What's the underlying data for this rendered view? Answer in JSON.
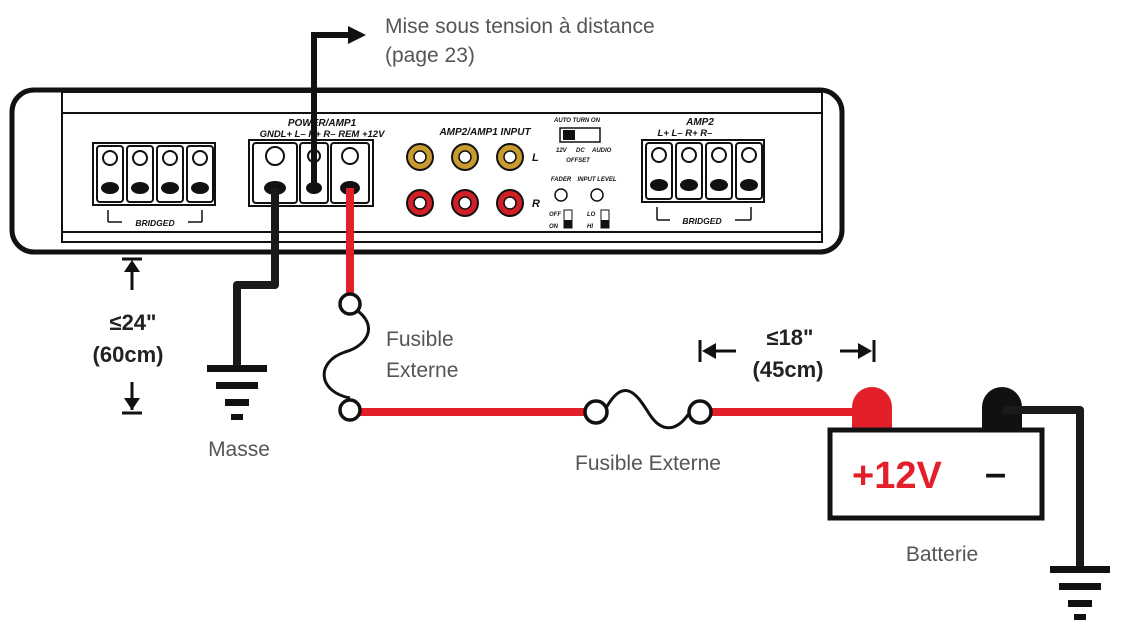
{
  "labels": {
    "remote_turn_on_line1": "Mise sous tension à distance",
    "remote_turn_on_line2": "(page 23)",
    "distance_amp": "≤24\"",
    "distance_amp_metric": "(60cm)",
    "masse": "Masse",
    "fuse_near_amp_line1": "Fusible",
    "fuse_near_amp_line2": "Externe",
    "fuse_inline": "Fusible Externe",
    "distance_battery": "≤18\"",
    "distance_battery_metric": "(45cm)",
    "battery_positive": "+12V",
    "battery_negative": "–",
    "batterie": "Batterie"
  },
  "amplifier": {
    "power_title": "POWER/AMP1",
    "power_terminals": "GNDL+ L– R+ R– REM +12V",
    "input_title": "AMP2/AMP1 INPUT",
    "channel_left": "L",
    "channel_right": "R",
    "auto_turn_on": "AUTO TURN ON",
    "switch_12v": "12V",
    "switch_dc": "DC",
    "switch_audio": "AUDIO",
    "offset": "OFFSET",
    "fader": "FADER",
    "input_level": "INPUT LEVEL",
    "fader_off": "OFF",
    "fader_on": "ON",
    "level_lo": "LO",
    "level_hi": "HI",
    "amp2_title": "AMP2",
    "amp2_terminals": "L+ L– R+ R–",
    "bridged_left": "BRIDGED",
    "bridged_right": "BRIDGED"
  },
  "colors": {
    "power_wire": "#e3202a",
    "ground_wire": "#1a1a1a",
    "battery_positive": "#e3202a",
    "rca_red": "#d21f26",
    "rca_gold": "#c99a2e"
  },
  "icons": {
    "ground": "ground-symbol-icon",
    "fuse": "fuse-icon",
    "arrow": "arrow-icon"
  }
}
